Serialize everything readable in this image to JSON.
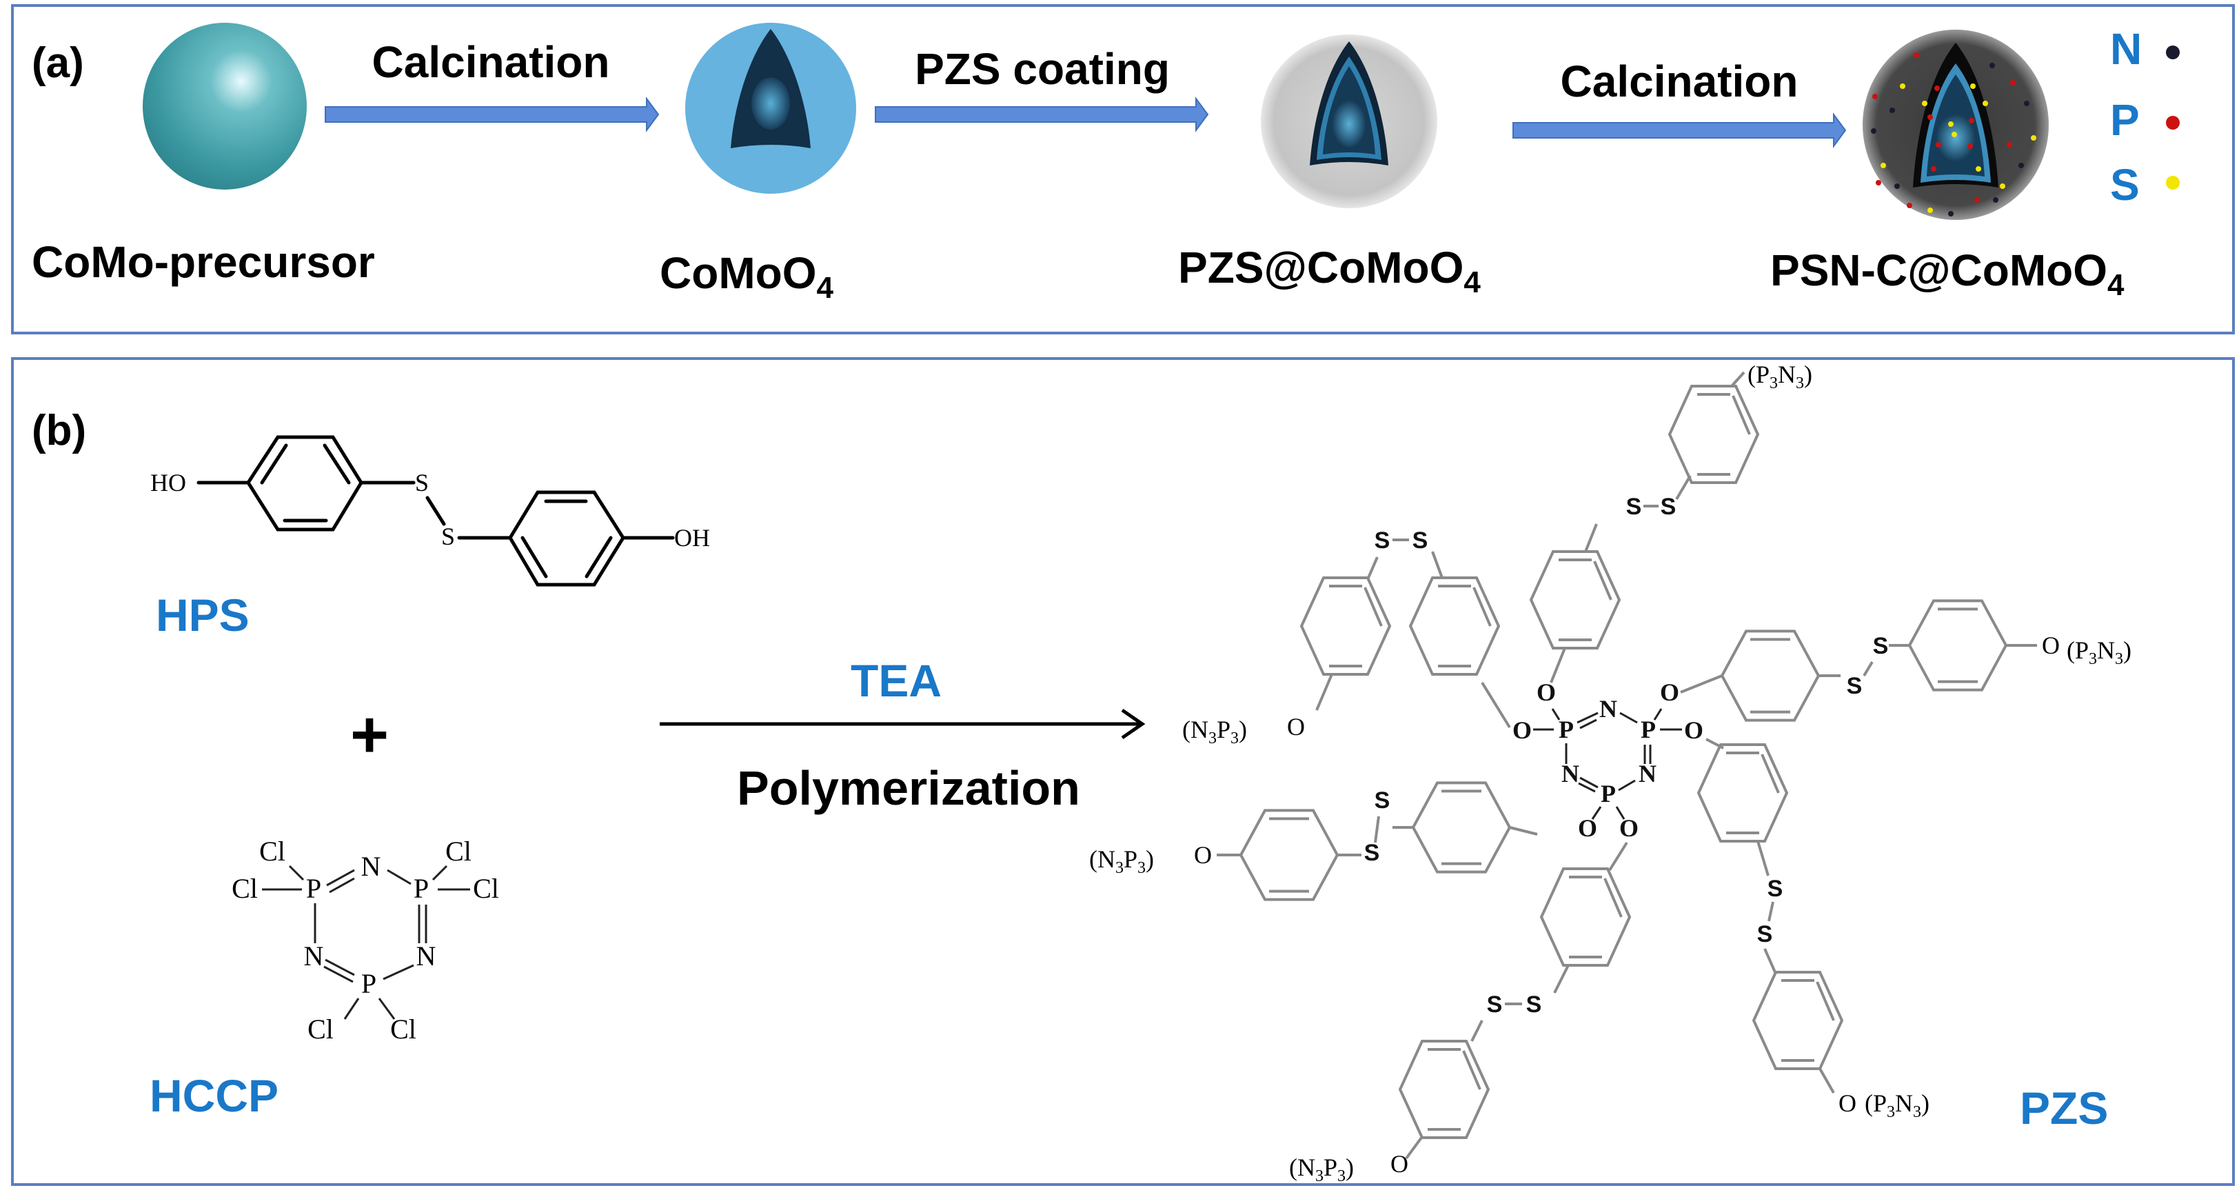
{
  "panel_a": {
    "label": "(a)",
    "steps": [
      {
        "label": "Calcination"
      },
      {
        "label": "PZS coating"
      },
      {
        "label": "Calcination"
      }
    ],
    "stages": [
      {
        "name": "CoMo-precursor",
        "sub": ""
      },
      {
        "name": "CoMoO",
        "sub": "4"
      },
      {
        "name": "PZS@CoMoO",
        "sub": "4"
      },
      {
        "name": "PSN-C@CoMoO",
        "sub": "4"
      }
    ],
    "legend": [
      {
        "element": "N",
        "color": "#1a1a2e"
      },
      {
        "element": "P",
        "color": "#cc1111"
      },
      {
        "element": "S",
        "color": "#f2e600"
      }
    ]
  },
  "panel_b": {
    "label": "(b)",
    "reactant_1": {
      "name": "HPS",
      "left_group": "HO",
      "right_group": "OH",
      "atoms": [
        "S",
        "S"
      ]
    },
    "plus": "+",
    "reactant_2": {
      "name": "HCCP",
      "ring_atoms": {
        "P": "P",
        "N": "N"
      },
      "substituent": "Cl"
    },
    "condition_top": "TEA",
    "condition_bottom": "Polymerization",
    "product": {
      "name": "PZS",
      "core_P": "P",
      "core_N": "N",
      "linker_O": "O",
      "disulfide": "S",
      "end_right": {
        "main": "(P",
        "s1": "3",
        "mid": "N",
        "s2": "3",
        "close": ")"
      },
      "end_left": {
        "main": "(N",
        "s1": "3",
        "mid": "P",
        "s2": "3",
        "close": ")"
      }
    }
  },
  "colors": {
    "frame": "#5b7fc0",
    "accent_text": "#1a78c8",
    "arrow_fill": "#5b8bd9",
    "precursor_sphere": "#3a9aa3",
    "como_sphere": "#66b3df",
    "pzs_shell": "#c8c8c8",
    "carbon_shell": "#3c3c3c"
  }
}
